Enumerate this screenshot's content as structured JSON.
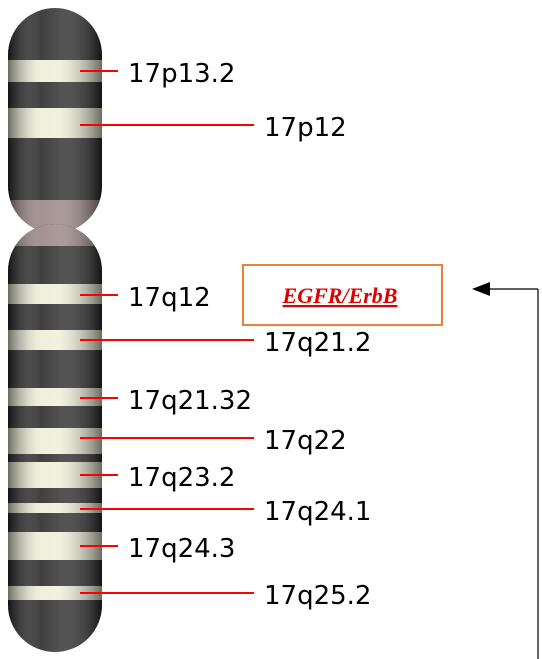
{
  "chromosome": {
    "bands": [
      {
        "id": "band-17p13-2",
        "label": "17p13.2"
      },
      {
        "id": "band-17p12",
        "label": "17p12"
      },
      {
        "id": "band-17q12",
        "label": "17q12"
      },
      {
        "id": "band-17q21-2",
        "label": "17q21.2"
      },
      {
        "id": "band-17q21-32",
        "label": "17q21.32"
      },
      {
        "id": "band-17q22",
        "label": "17q22"
      },
      {
        "id": "band-17q23-2",
        "label": "17q23.2"
      },
      {
        "id": "band-17q24-1",
        "label": "17q24.1"
      },
      {
        "id": "band-17q24-3",
        "label": "17q24.3"
      },
      {
        "id": "band-17q25-2",
        "label": "17q25.2"
      }
    ]
  },
  "callout": {
    "label": "EGFR/ErbB",
    "text_color": "#dd0000",
    "border_color": "#e8823c"
  },
  "colors": {
    "marker_line": "#ff0000",
    "dark_band": "#2b2b2b",
    "light_band": "#eeeed8",
    "centromere": "#9a8585",
    "arrow": "#000000"
  }
}
